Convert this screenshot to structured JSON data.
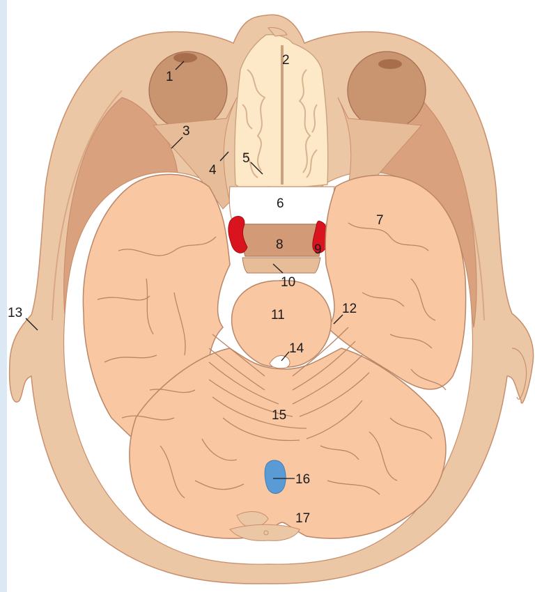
{
  "figure": {
    "colors": {
      "background": "#dce8f3",
      "scalp": "#ecc7a6",
      "muscle": "#d9a17d",
      "bone_outline": "#c98f6c",
      "eyeball": "#c99470",
      "lens": "#a86e4c",
      "brain": "#f9c7a2",
      "brain_line": "#b98667",
      "sinus": "#fde9c8",
      "sinus_line": "#c9a27e",
      "artery": "#d9141e",
      "fourth_ventricle": "#5b9bd5"
    },
    "labels": [
      "1",
      "2",
      "3",
      "4",
      "5",
      "6",
      "7",
      "8",
      "9",
      "10",
      "11",
      "12",
      "13",
      "14",
      "15",
      "16",
      "17"
    ]
  }
}
